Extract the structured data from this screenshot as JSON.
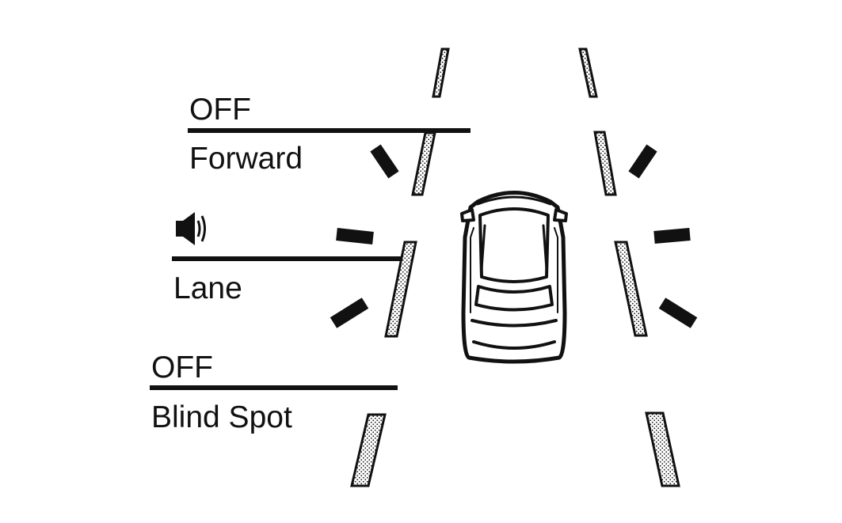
{
  "alerts": [
    {
      "id": "forward",
      "status": "OFF",
      "name": "Forward",
      "status_icon": ""
    },
    {
      "id": "lane",
      "status": "",
      "name": "Lane",
      "status_icon": "speaker-icon"
    },
    {
      "id": "blind-spot",
      "status": "OFF",
      "name": "Blind Spot",
      "status_icon": ""
    }
  ],
  "colors": {
    "ink": "#111111",
    "background": "#ffffff"
  }
}
